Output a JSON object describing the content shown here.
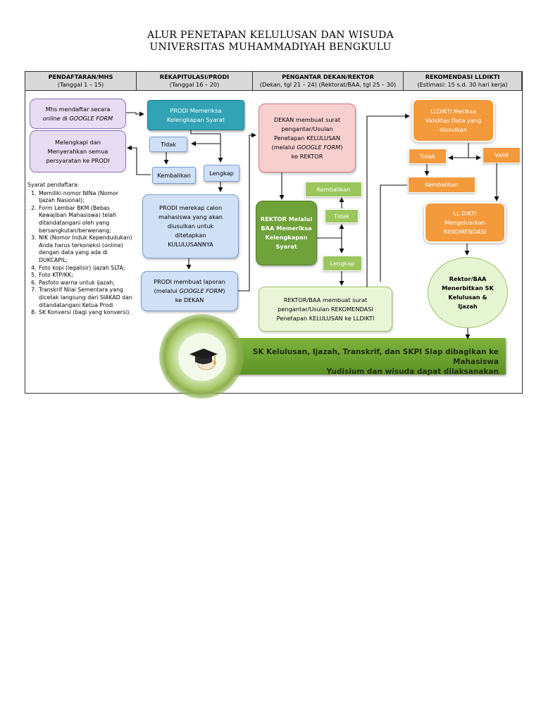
{
  "title": {
    "line1": "ALUR PENETAPAN KELULUSAN DAN WISUDA",
    "line2": "UNIVERSITAS MUHAMMADIYAH BENGKULU"
  },
  "headers": [
    {
      "title": "PENDAFTARAN/MHS",
      "sub": "(Tanggal 1 – 15)"
    },
    {
      "title": "REKAPITULASI/PRODI",
      "sub": "(Tanggal 16 – 20)"
    },
    {
      "title": "PENGANTAR DEKAN/REKTOR",
      "sub": "(Dekan, tgl 21 – 24) (Rektorat/BAA, tgl 25 – 30)"
    },
    {
      "title": "REKOMENDASI LLDIKTI",
      "sub": "(Estimasi: 15 s.d. 30 hari kerja)"
    }
  ],
  "col1": {
    "mhs_daftar_1": "Mhs mendaftar secara",
    "mhs_daftar_2a": "online",
    "mhs_daftar_2b": " di ",
    "mhs_daftar_2c": "GOOGLE FORM",
    "melengkapi": "Melengkapi dan Menyerahkan semua persyaratan ke PRODI",
    "syarat_title": "Syarat pendaftara:",
    "syarat": [
      "Memiliki nomor NINa (Nomor Ijazah Nasional);",
      "Form Lembar BKM (Bebas Kewajiban Mahasiswa) telah ditandatangani oleh yang bersangkutan/berwenang;",
      "NIK (Nomor Induk Kependudukan) Anda harus terkoneksi (online) dengan data yang ada di DUKCAPIL;",
      "Foto kopi (legalisir) ijazah SLTA;",
      "Foto KTP/KK;",
      "Pasfoto warna untuk ijazah;",
      "Transkrif Nilai Sementara yang dicetak langsung dari SIAKAD dan ditandatangani Ketua Prodi",
      "SK Konversi (bagi yang konversi)."
    ]
  },
  "col2": {
    "prodi_periksa": "PRODI Memeriksa Kelengkapan Syarat",
    "tidak": "Tidak",
    "kembalikan": "Kembalikan",
    "lengkap": "Lengkap",
    "prodi_rekap": "PRODI merekap calon mahasiswa yang akan diusulkan untuk ditetapkan KULULUSANNYA",
    "prodi_laporan_1": "PRODI membuat laporan",
    "prodi_laporan_2a": "(melalui ",
    "prodi_laporan_2b": "GOOGLE FORM",
    "prodi_laporan_2c": ")",
    "prodi_laporan_3": "ke DEKAN"
  },
  "col3": {
    "dekan_1": "DEKAN membuat surat pengantar/Usulan Penetapan KELULUSAN",
    "dekan_2a": "(melalui  ",
    "dekan_2b": "GOOGLE FORM",
    "dekan_2c": ")",
    "dekan_3": "ke REKTOR",
    "kembalikan": "Kembalikan",
    "rektor": "REKTOR Melalui BAA Memeriksa Kelengkapan Syarat",
    "tidak": "Tidak",
    "lengkap": "Lengkap",
    "rektor_surat": "REKTOR/BAA membuat surat pengantar/Usulan REKOMENDASI Penetapan KELULUSAN ke LLDIKTI"
  },
  "col4": {
    "lldikti_periksa": "LLDIKTI Meriksa Validitas Data yang diusulkan",
    "tidak": "Tidak",
    "valid": "Valid",
    "kembalikan": "Kembalikan",
    "lldikti_rekom": "LL DIKTI Mengeluarkan REKOMENDASI",
    "rektor_sk": "Rektor/BAA Menerbitkan SK Kelulusan & Ijazah"
  },
  "banner": {
    "line1": "SK Kelulusan, Ijazah, Transkrif, dan SKPI Siap dibagikan ke Mahasiswa",
    "line2": "Yudisium dan wisuda dapat dilaksanakan"
  },
  "colors": {
    "purple": "#e6dcf3",
    "teal": "#31a3b5",
    "blue": "#cfe0f7",
    "pink": "#f8cfcf",
    "green": "#6fa23a",
    "light_green": "#9ac65c",
    "orange": "#f39a3d",
    "banner_green": "#6fa32f"
  },
  "icons": [
    "graduation-cap-icon"
  ]
}
